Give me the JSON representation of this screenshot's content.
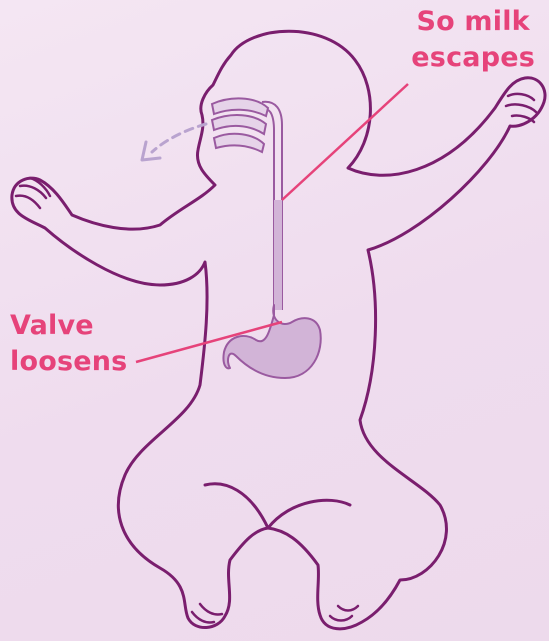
{
  "colors": {
    "background": "#f1e1f0",
    "outline": "#7a1e6e",
    "label": "#e6437a",
    "pointer": "#e6437a",
    "digestive_fill": "#d2b4d7",
    "digestive_stroke": "#9a5aa0",
    "arrow": "#b9a3cf"
  },
  "labels": {
    "escape": {
      "line1": "So milk",
      "line2": "escapes"
    },
    "valve": {
      "line1": "Valve",
      "line2": "loosens"
    }
  }
}
